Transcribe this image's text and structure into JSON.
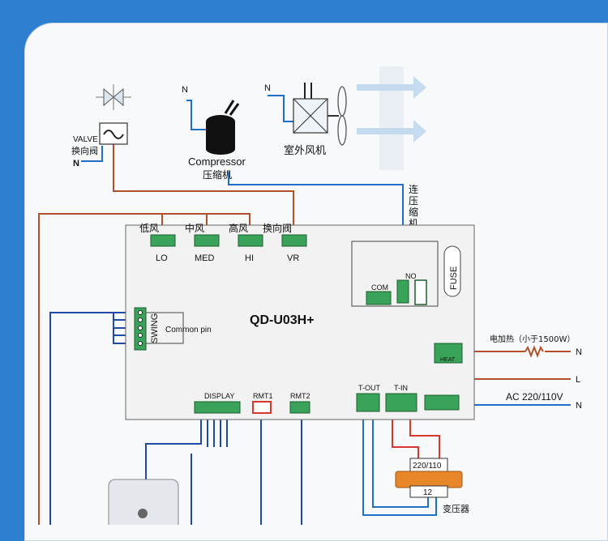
{
  "board": {
    "model": "QD-U03H+",
    "terminals": {
      "lo_cn": "低风",
      "lo": "LO",
      "med_cn": "中风",
      "med": "MED",
      "hi_cn": "高风",
      "hi": "HI",
      "vr_cn": "换向阀",
      "vr": "VR"
    },
    "relay": {
      "com": "COM",
      "no": "NO",
      "fuse": "FUSE"
    },
    "swing": "SWING",
    "common_pin": "Common pin",
    "heat": "HEAT",
    "display": "DISPLAY",
    "rmt1": "RMT1",
    "rmt2": "RMT2",
    "tout": "T-OUT",
    "tin": "T-IN"
  },
  "components": {
    "valve": "VALVE",
    "valve_cn": "换向阀",
    "compressor": "Compressor",
    "compressor_cn": "压缩机",
    "fan_cn": "室外风机",
    "connect_compressor_cn": [
      "连",
      "压",
      "缩",
      "机"
    ],
    "transformer_in": "220/110",
    "transformer_out": "12",
    "transformer_cn": "变压器"
  },
  "mains": {
    "n": "N",
    "l": "L",
    "heater": "电加热（小于1500W）",
    "ac": "AC 220/110V"
  },
  "colors": {
    "background": "#2f7fd0",
    "card": "#f7f9fb",
    "board": "#f2f2f2",
    "terminal_green": "#3aa35a",
    "wire_brown": "#b3502a",
    "wire_blue": "#1f6fc8",
    "wire_red": "#d8372c",
    "transformer_orange": "#e8862a"
  }
}
